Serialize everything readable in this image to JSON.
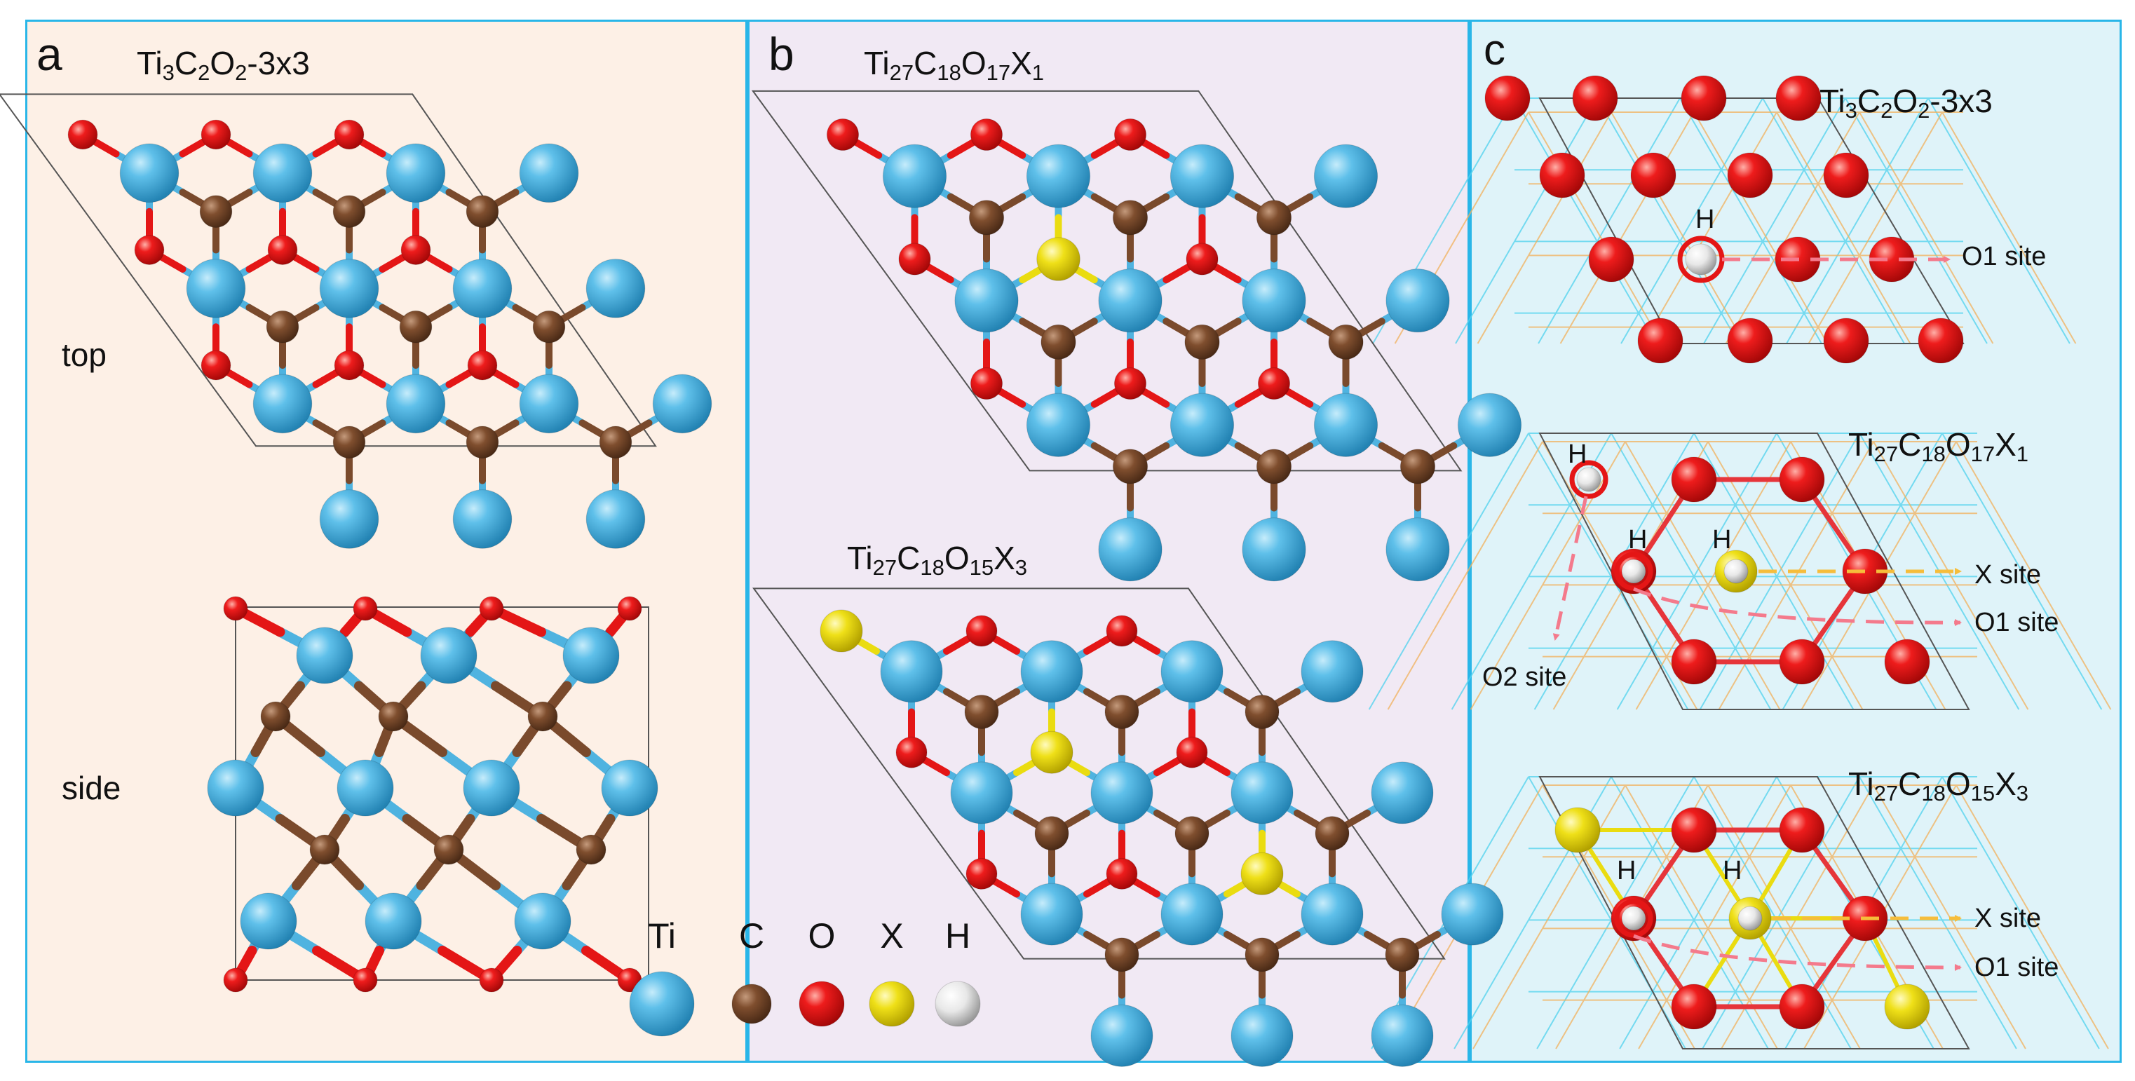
{
  "panel_a": {
    "letter": "a",
    "title": {
      "base": "Ti",
      "n1": "3",
      "m1": "C",
      "n2": "2",
      "m2": "O",
      "n3": "2",
      "tail": "-3x3"
    },
    "top_label": "top",
    "side_label": "side"
  },
  "panel_b": {
    "letter": "b",
    "title_1": {
      "base": "Ti",
      "n1": "27",
      "m1": "C",
      "n2": "18",
      "m2": "O",
      "n3": "17",
      "m3": "X",
      "n4": "1"
    },
    "title_2": {
      "base": "Ti",
      "n1": "27",
      "m1": "C",
      "n2": "18",
      "m2": "O",
      "n3": "15",
      "m3": "X",
      "n4": "3"
    }
  },
  "panel_c": {
    "letter": "c",
    "title_1": {
      "base": "Ti",
      "n1": "3",
      "m1": "C",
      "n2": "2",
      "m2": "O",
      "n3": "2",
      "tail": "-3x3"
    },
    "title_2": {
      "base": "Ti",
      "n1": "27",
      "m1": "C",
      "n2": "18",
      "m2": "O",
      "n3": "17",
      "m3": "X",
      "n4": "1"
    },
    "title_3": {
      "base": "Ti",
      "n1": "27",
      "m1": "C",
      "n2": "18",
      "m2": "O",
      "n3": "15",
      "m3": "X",
      "n4": "3"
    },
    "h_label": "H",
    "o1_site": "O1 site",
    "o2_site": "O2 site",
    "x_site": "X site"
  },
  "legend": [
    {
      "label": "Ti",
      "color": "#4fb3e0"
    },
    {
      "label": "C",
      "color": "#7a4a2c"
    },
    {
      "label": "O",
      "color": "#e41616"
    },
    {
      "label": "X",
      "color": "#eadc10"
    },
    {
      "label": "H",
      "color": "#e6e6e6"
    }
  ],
  "colors": {
    "ti": "#4fb3e0",
    "c": "#7a4a2c",
    "o": "#e41616",
    "x": "#eadc10",
    "h": "#e6e6e6",
    "dash_o": "#f47a8c",
    "dash_x": "#f6bd3b",
    "grid_cyan": "#4fd2ee",
    "grid_orange": "#f2b15c"
  }
}
